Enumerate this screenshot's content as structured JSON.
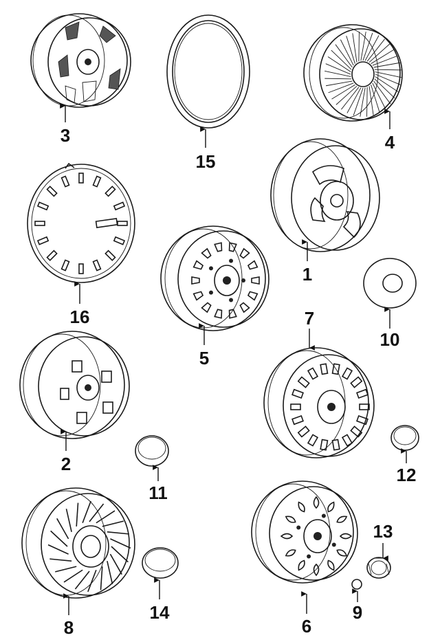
{
  "callouts": [
    {
      "id": "3",
      "label": "3"
    },
    {
      "id": "15",
      "label": "15"
    },
    {
      "id": "4",
      "label": "4"
    },
    {
      "id": "16",
      "label": "16"
    },
    {
      "id": "1",
      "label": "1"
    },
    {
      "id": "5",
      "label": "5"
    },
    {
      "id": "10",
      "label": "10"
    },
    {
      "id": "7",
      "label": "7"
    },
    {
      "id": "2",
      "label": "2"
    },
    {
      "id": "11",
      "label": "11"
    },
    {
      "id": "12",
      "label": "12"
    },
    {
      "id": "13",
      "label": "13"
    },
    {
      "id": "8",
      "label": "8"
    },
    {
      "id": "14",
      "label": "14"
    },
    {
      "id": "6",
      "label": "6"
    },
    {
      "id": "9",
      "label": "9"
    }
  ],
  "colors": {
    "ink": "#1a1a1a",
    "background": "#ffffff"
  }
}
